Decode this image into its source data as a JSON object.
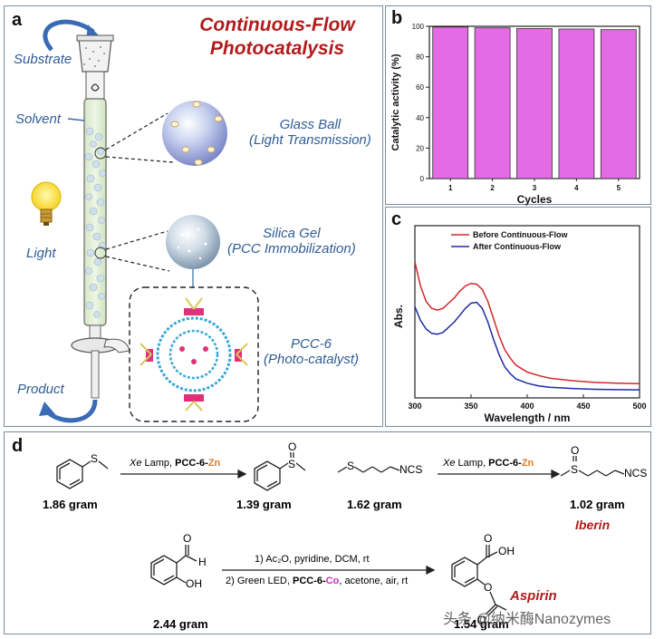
{
  "panel_a": {
    "label": "a",
    "title_line1": "Continuous-Flow",
    "title_line2": "Photocatalysis",
    "substrate": "Substrate",
    "solvent": "Solvent",
    "light": "Light",
    "product": "Product",
    "glass_ball_line1": "Glass Ball",
    "glass_ball_line2": "(Light Transmission)",
    "silica_line1": "Silica Gel",
    "silica_line2": "(PCC Immobilization)",
    "pcc_line1": "PCC-6",
    "pcc_line2": "(Photo-catalyst)"
  },
  "panel_b": {
    "label": "b",
    "chart_data": {
      "type": "bar",
      "categories": [
        "1",
        "2",
        "3",
        "4",
        "5"
      ],
      "values": [
        99.5,
        99.0,
        98.5,
        98.2,
        97.8
      ],
      "xlabel": "Cycles",
      "ylabel": "Catalytic activity (%)",
      "ylim": [
        0,
        100
      ],
      "yticks": [
        "0",
        "20",
        "40",
        "60",
        "80",
        "100"
      ],
      "bar_color": "#e36be3"
    }
  },
  "panel_c": {
    "label": "c",
    "chart_data": {
      "type": "line",
      "xlabel": "Wavelength / nm",
      "ylabel": "Abs.",
      "xlim": [
        300,
        500
      ],
      "xticks": [
        "300",
        "350",
        "400",
        "450",
        "500"
      ],
      "ylim": [
        0,
        1
      ],
      "series": [
        {
          "name": "Before Continuous-Flow",
          "color": "#d0282b",
          "points": [
            [
              300,
              0.79
            ],
            [
              305,
              0.65
            ],
            [
              310,
              0.56
            ],
            [
              315,
              0.52
            ],
            [
              320,
              0.51
            ],
            [
              325,
              0.52
            ],
            [
              330,
              0.55
            ],
            [
              335,
              0.58
            ],
            [
              340,
              0.62
            ],
            [
              345,
              0.65
            ],
            [
              350,
              0.665
            ],
            [
              355,
              0.66
            ],
            [
              360,
              0.63
            ],
            [
              365,
              0.56
            ],
            [
              370,
              0.46
            ],
            [
              375,
              0.36
            ],
            [
              380,
              0.28
            ],
            [
              385,
              0.23
            ],
            [
              390,
              0.19
            ],
            [
              400,
              0.15
            ],
            [
              410,
              0.13
            ],
            [
              420,
              0.115
            ],
            [
              440,
              0.1
            ],
            [
              460,
              0.09
            ],
            [
              480,
              0.085
            ],
            [
              500,
              0.083
            ]
          ]
        },
        {
          "name": "After Continuous-Flow",
          "color": "#1f2aa8",
          "points": [
            [
              300,
              0.53
            ],
            [
              305,
              0.45
            ],
            [
              310,
              0.4
            ],
            [
              315,
              0.375
            ],
            [
              320,
              0.37
            ],
            [
              325,
              0.38
            ],
            [
              330,
              0.41
            ],
            [
              335,
              0.44
            ],
            [
              340,
              0.48
            ],
            [
              345,
              0.52
            ],
            [
              350,
              0.55
            ],
            [
              355,
              0.555
            ],
            [
              360,
              0.52
            ],
            [
              365,
              0.44
            ],
            [
              370,
              0.34
            ],
            [
              375,
              0.25
            ],
            [
              380,
              0.18
            ],
            [
              385,
              0.14
            ],
            [
              390,
              0.11
            ],
            [
              400,
              0.085
            ],
            [
              410,
              0.07
            ],
            [
              420,
              0.062
            ],
            [
              440,
              0.055
            ],
            [
              460,
              0.05
            ],
            [
              480,
              0.048
            ],
            [
              500,
              0.047
            ]
          ]
        }
      ]
    }
  },
  "panel_d": {
    "label": "d",
    "r1_lamp": "Xe",
    "r1_lamp_rest": " Lamp, ",
    "r1_cat": "PCC-6-",
    "r1_metal": "Zn",
    "r1_sm_mass": "1.86 gram",
    "r1_prod_mass": "1.39 gram",
    "r2_lamp": "Xe",
    "r2_lamp_rest": " Lamp, ",
    "r2_cat": "PCC-6-",
    "r2_metal": "Zn",
    "r2_sm_mass": "1.62 gram",
    "r2_prod_mass": "1.02 gram",
    "r2_name": "Iberin",
    "r3_step1": "1) Ac₂O, pyridine, DCM, rt",
    "r3_step2_a": "2) Green LED, ",
    "r3_step2_cat": "PCC-6-",
    "r3_step2_metal": "Co",
    "r3_step2_b": ", acetone, air, rt",
    "r3_sm_mass": "2.44 gram",
    "r3_prod_mass": "1.54 gram",
    "r3_name": "Aspirin",
    "ncs": "NCS",
    "s": "S",
    "o": "O",
    "oh": "OH",
    "h": "H"
  },
  "watermark": "头条 @纳米酶Nanozymes"
}
